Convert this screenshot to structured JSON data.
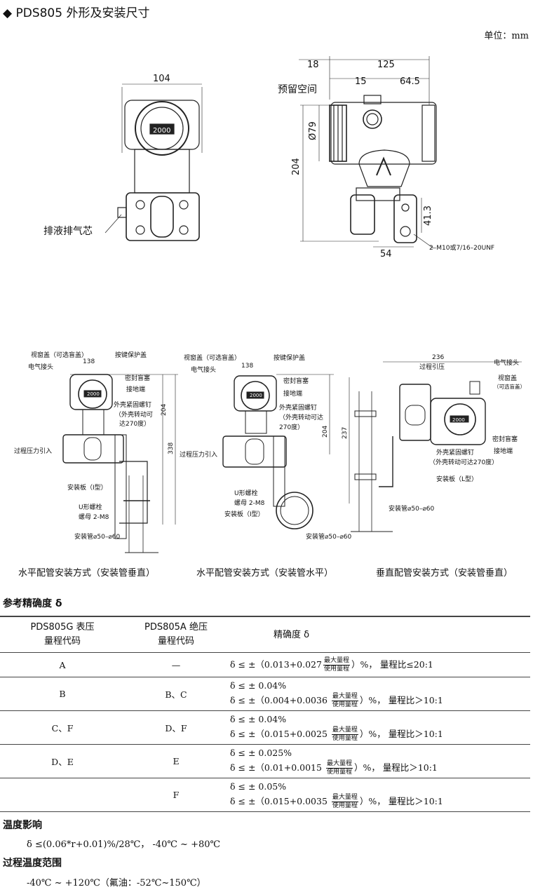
{
  "header": {
    "marker": "◆",
    "title": "PDS805 外形及安装尺寸",
    "unit": "单位：mm"
  },
  "top_drawing": {
    "front": {
      "width": "104",
      "display": "2000",
      "drain_label": "排液排气芯"
    },
    "side": {
      "dim_18": "18",
      "dim_125": "125",
      "dim_15": "15",
      "dim_64_5": "64.5",
      "reserve_label": "预留空间",
      "diameter": "Ø79",
      "height": "204",
      "dim_41_3": "41.3",
      "dim_54": "54",
      "thread_label": "2–M10或7/16–20UNF"
    }
  },
  "install_drawings": [
    {
      "caption": "水平配管安装方式（安装管垂直）",
      "labels": {
        "window_cover": "视窗盖（可选盲盖）",
        "key_cover": "按键保护盖",
        "dim_138": "138",
        "elec_joint": "电气接头",
        "seal_plug": "密封盲塞",
        "ground": "接地端",
        "shell_screw": "外壳紧固螺钉",
        "shell_rotate_1": "（外壳转动可",
        "shell_rotate_2": "达270度）",
        "dim_204": "204",
        "dim_338": "338",
        "pressure_in": "过程压力引入",
        "plate": "安装板（I型）",
        "ubolt_1": "U形螺栓",
        "ubolt_2": "螺母 2-M8",
        "pipe": "安装管⌀50–⌀60",
        "display": "2000"
      }
    },
    {
      "caption": "水平配管安装方式（安装管水平）",
      "labels": {
        "window_cover": "视窗盖（可选盲盖）",
        "key_cover": "按键保护盖",
        "dim_138": "138",
        "elec_joint": "电气接头",
        "seal_plug": "密封盲塞",
        "ground": "接地端",
        "shell_screw": "外壳紧固螺钉",
        "shell_rotate_1": "（外壳转动可达",
        "shell_rotate_2": "270度）",
        "dim_204": "204",
        "pressure_in": "过程压力引入",
        "ubolt_1": "U形螺栓",
        "ubolt_2": "螺母 2-M8",
        "plate": "安装板（I型）",
        "pipe": "安装管⌀50–⌀60",
        "display": "2000"
      }
    },
    {
      "caption": "垂直配管安装方式（安装管垂直）",
      "labels": {
        "dim_236": "236",
        "pressure_in": "过程引压",
        "elec_joint": "电气接头",
        "window_cover_1": "视窗盖",
        "window_cover_2": "（可选盲盖）",
        "dim_237": "237",
        "shell_screw": "外壳紧固螺钉",
        "shell_rotate": "（外壳转动可达270度）",
        "seal_plug": "密封盲塞",
        "ground": "接地端",
        "plate": "安装板（L型）",
        "pipe": "安装管⌀50–⌀60",
        "display": "2000"
      }
    }
  ],
  "accuracy": {
    "section_title": "参考精确度 δ",
    "headers": {
      "col1_line1": "PDS805G 表压",
      "col1_line2": "量程代码",
      "col2_line1": "PDS805A 绝压",
      "col2_line2": "量程代码",
      "col3": "精确度 δ"
    },
    "fraction": {
      "numerator": "最大量程",
      "denominator": "使用量程"
    },
    "rows": [
      {
        "g": "A",
        "a": "—",
        "lines": [
          {
            "text": "",
            "pre": "δ ≤ ±（0.013+0.027",
            "post": "）%，  量程比≤20:1"
          }
        ]
      },
      {
        "g": "B",
        "a": "B、C",
        "lines": [
          {
            "text": "δ ≤ ± 0.04%"
          },
          {
            "pre": "δ ≤ ±（0.004+0.0036 ",
            "post": "）%，  量程比＞10:1"
          }
        ]
      },
      {
        "g": "C、F",
        "a": "D、F",
        "lines": [
          {
            "text": "δ ≤ ± 0.04%"
          },
          {
            "pre": "δ ≤ ±（0.015+0.0025 ",
            "post": "）%，  量程比＞10:1"
          }
        ]
      },
      {
        "g": "D、E",
        "a": "E",
        "lines": [
          {
            "text": "δ ≤ ± 0.025%"
          },
          {
            "pre": "δ ≤ ±（0.01+0.0015 ",
            "post": "）%，  量程比＞10:1"
          }
        ]
      },
      {
        "g": "",
        "a": "F",
        "lines": [
          {
            "text": "δ ≤ ± 0.05%"
          },
          {
            "pre": "δ ≤ ±（0.015+0.0035 ",
            "post": "）%，  量程比＞10:1"
          }
        ]
      }
    ]
  },
  "temperature_effect": {
    "title": "温度影响",
    "text": "δ ≤(0.06*r+0.01)%/28℃，  -40℃ ~ +80℃"
  },
  "process_temp": {
    "title": "过程温度范围",
    "text": "-40℃ ~ +120℃（氟油：-52℃~150℃）"
  }
}
